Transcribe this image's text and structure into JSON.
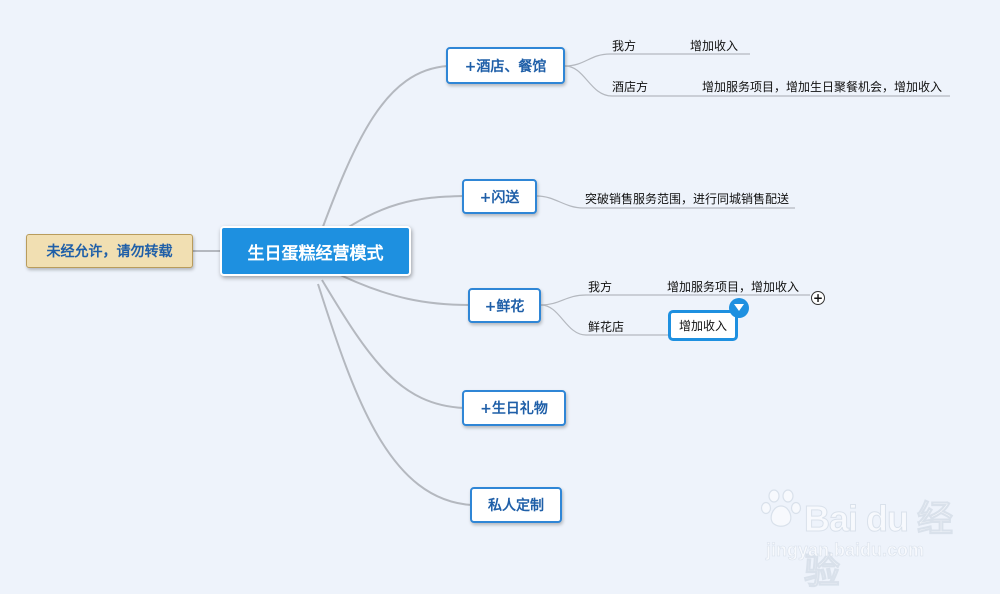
{
  "central": {
    "label": "生日蛋糕经营模式"
  },
  "note": {
    "label": "未经允许，请勿转载"
  },
  "branches": [
    {
      "label": "+酒店、餐馆"
    },
    {
      "label": "+闪送"
    },
    {
      "label": "+鲜花"
    },
    {
      "label": "+生日礼物"
    },
    {
      "label": "私人定制"
    }
  ],
  "hotel": {
    "sub1_label": "我方",
    "sub1_value": "增加收入",
    "sub2_label": "酒店方",
    "sub2_value": "增加服务项目，增加生日聚餐机会，增加收入"
  },
  "delivery": {
    "value": "突破销售服务范围，进行同城销售配送"
  },
  "flower": {
    "sub1_label": "我方",
    "sub1_value": "增加服务项目，增加收入",
    "sub2_label": "鲜花店",
    "sub2_value": "增加收入",
    "expand_symbol": "+"
  },
  "watermark": {
    "brand": "Bai du 经验",
    "url": "jingyan.baidu.com"
  }
}
